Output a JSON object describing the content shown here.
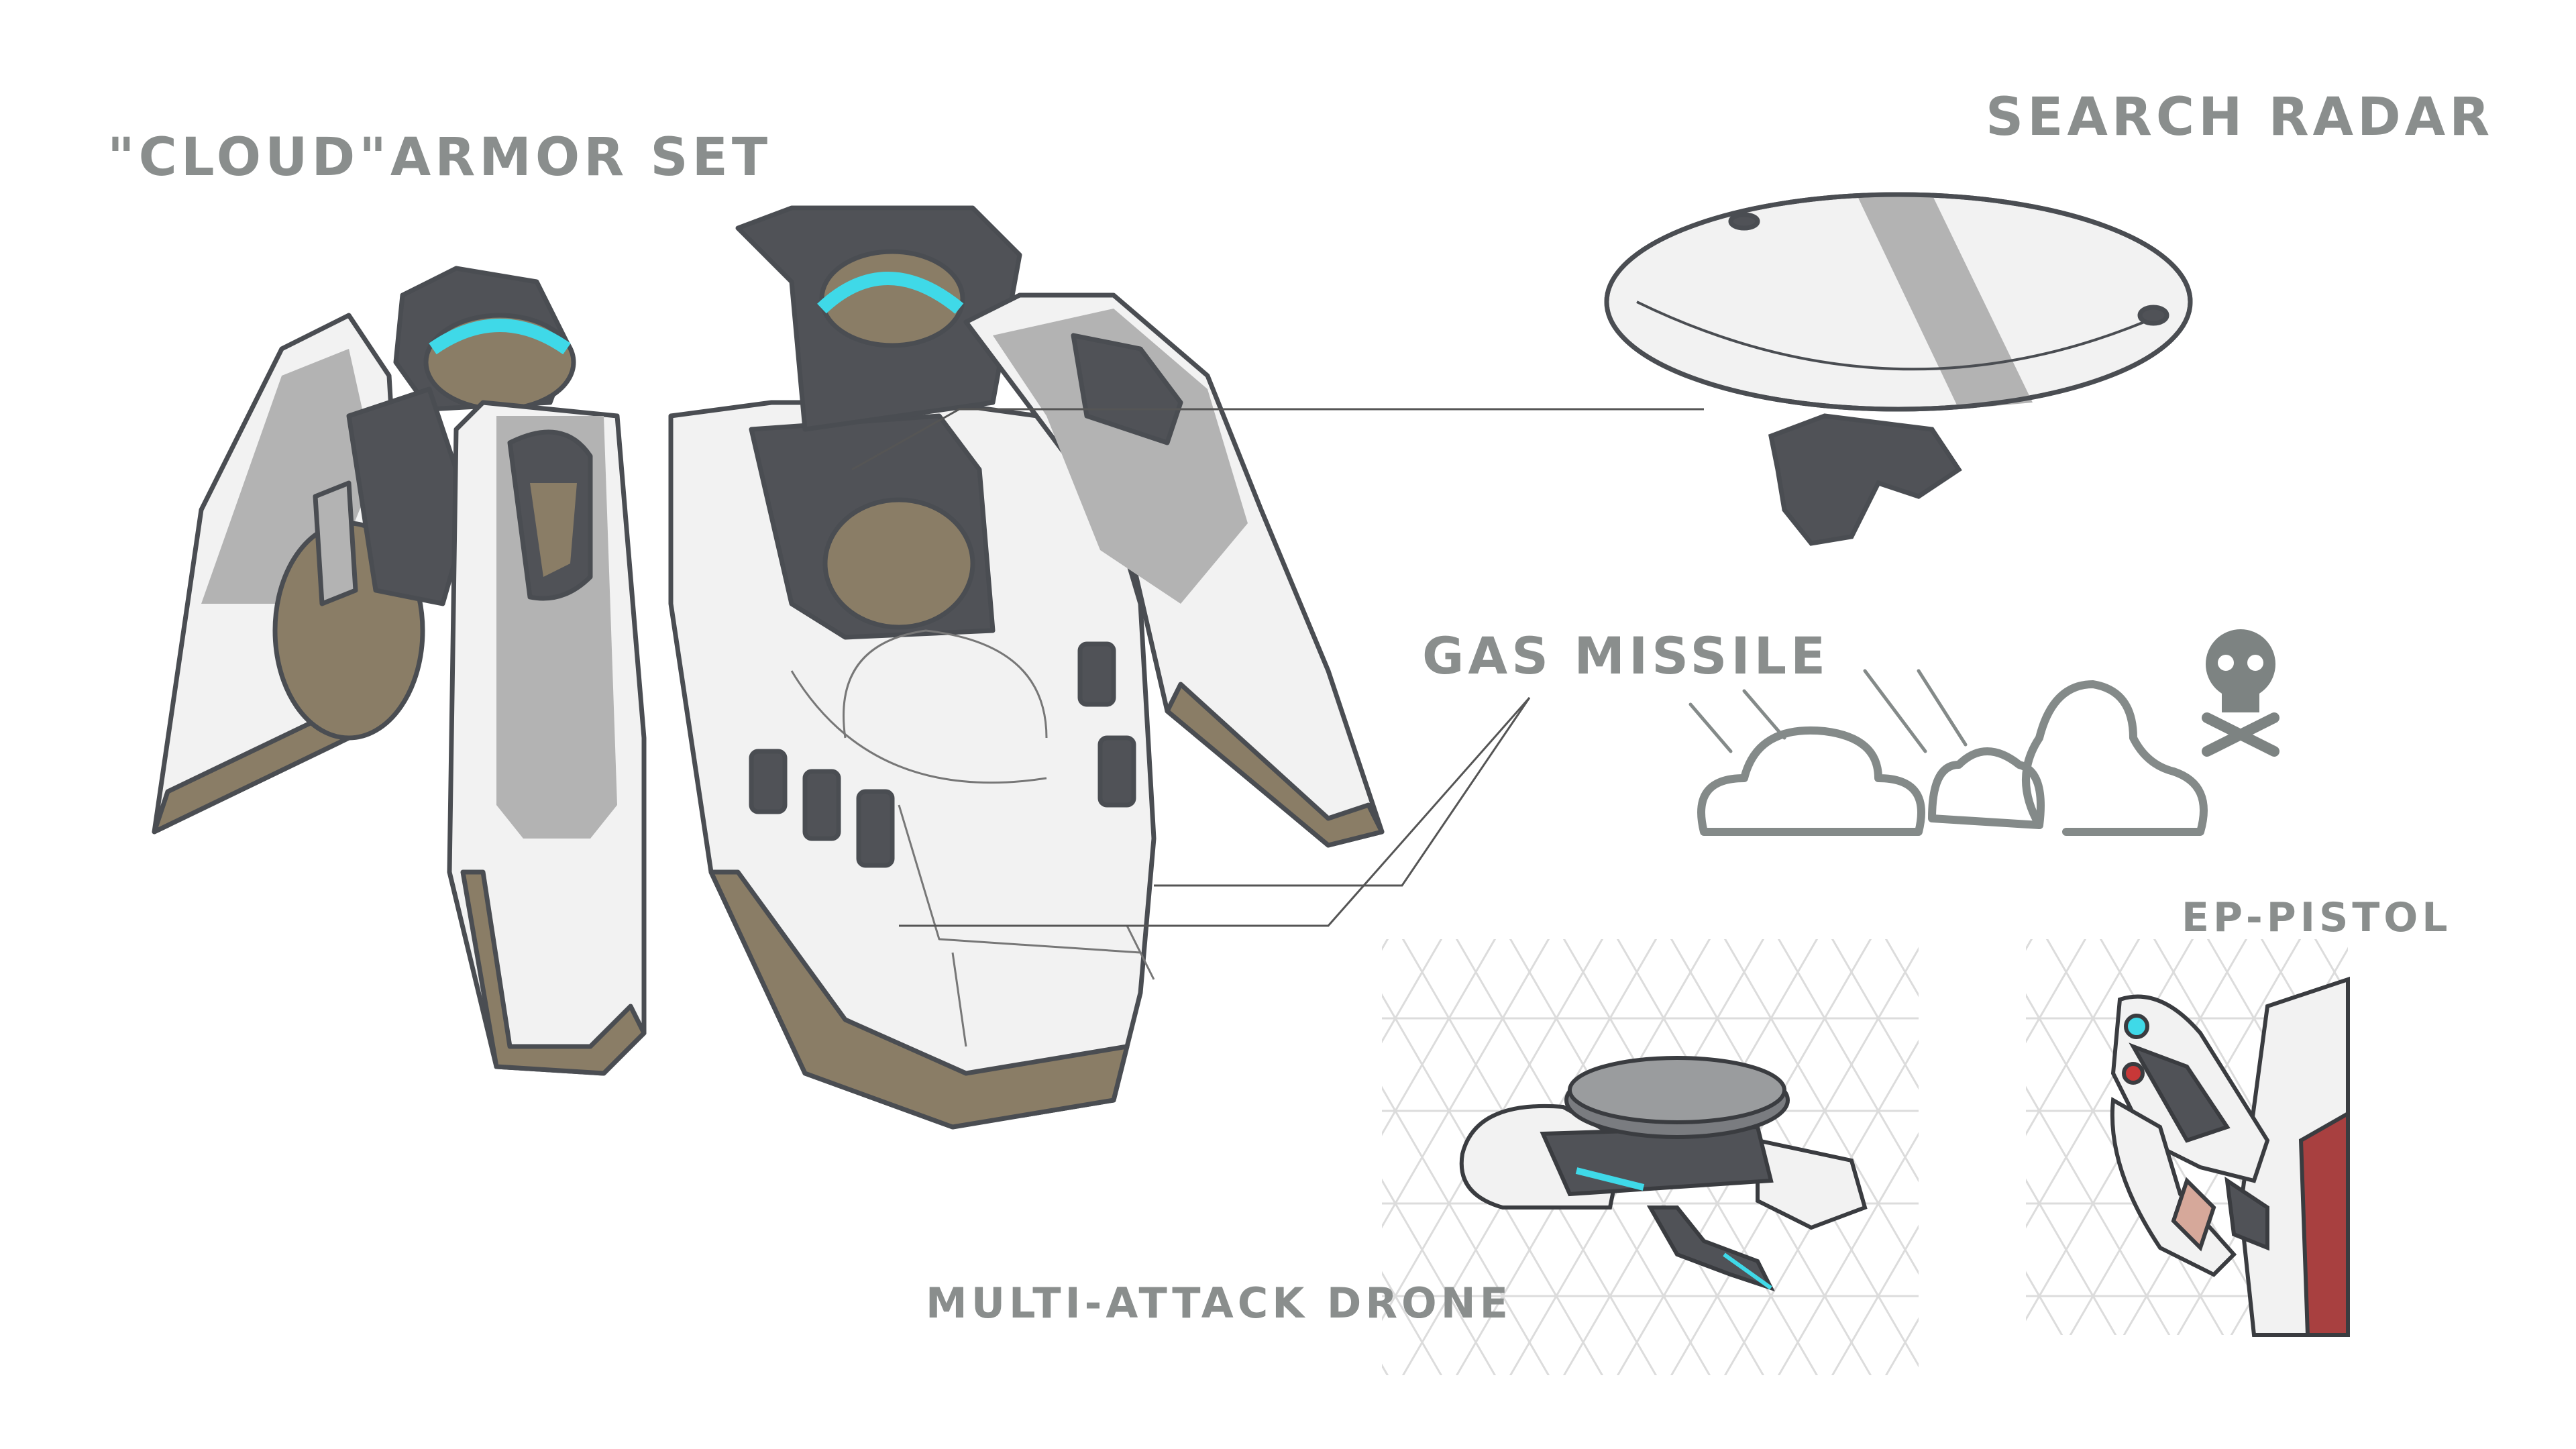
{
  "labels": {
    "armor": "\"CLOUD\"ARMOR SET",
    "radar": "SEARCH RADAR",
    "gas": "GAS MISSILE",
    "pistol": "EP-PISTOL",
    "drone": "MULTI-ATTACK DRONE"
  },
  "colors": {
    "label": "#8a8e8d",
    "outline": "#4a4d52",
    "armor_white": "#f2f2f2",
    "armor_grey": "#b3b3b3",
    "dark_metal": "#505257",
    "tan": "#8a7d66",
    "glow": "#3fd9e8",
    "cloud_stroke": "#848a89"
  }
}
